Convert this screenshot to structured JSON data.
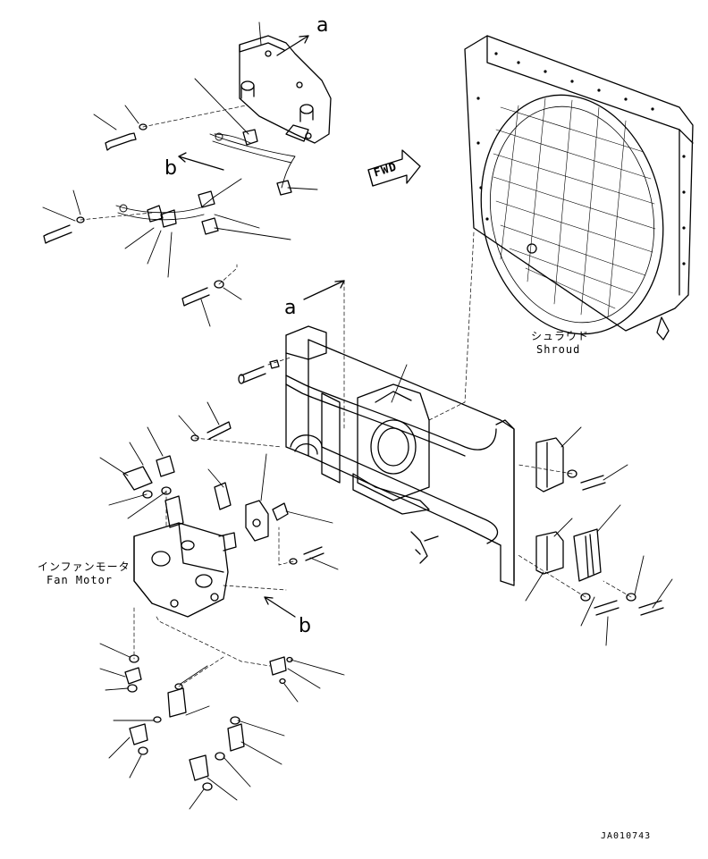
{
  "callouts": {
    "a_top": "a",
    "b_top": "b",
    "a_mid": "a",
    "b_bottom": "b"
  },
  "fwd_arrow": "FWD",
  "shroud": {
    "jp": "シュラウド",
    "en": "Shroud"
  },
  "fan_motor": {
    "jp": "インファンモータ",
    "en": "Fan Motor"
  },
  "drawing_code": "JA010743",
  "colors": {
    "line": "#000000",
    "background": "#ffffff"
  }
}
